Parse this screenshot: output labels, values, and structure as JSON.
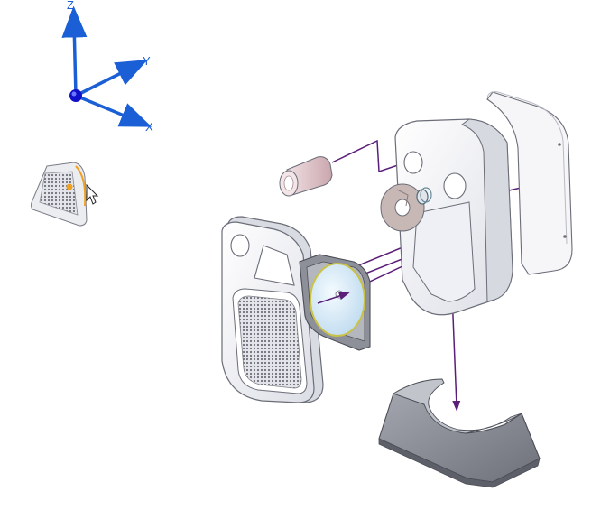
{
  "triad": {
    "z_label": "Z",
    "y_label": "Y",
    "x_label": "X",
    "axis_color": "#1a5fd6",
    "origin_color": "#1010c8"
  },
  "colors": {
    "background": "#ffffff",
    "part_light": "#f2f3f7",
    "part_shade": "#d6d8e0",
    "edge": "#6b6d78",
    "explode_line": "#5a1e78",
    "base_part": "#8b8d96",
    "lens": "#d9ecf8",
    "lens_rim": "#c9c247",
    "washer": "#b8a8a6",
    "plug": "#d7b9bf",
    "highlight": "#f0a020"
  },
  "icons": {
    "triad": "coordinate-triad-icon",
    "view_cube": "view-orientation-icon",
    "cursor": "mouse-pointer-icon"
  }
}
